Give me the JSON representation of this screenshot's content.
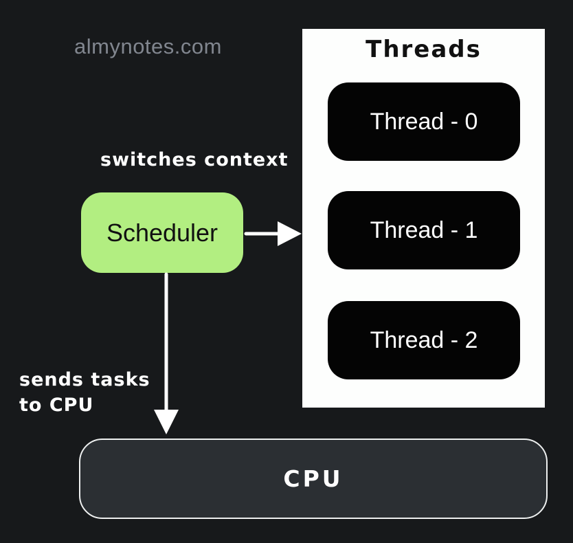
{
  "watermark": "almynotes.com",
  "colors": {
    "background": "#17191b",
    "scheduler_fill": "#b2ee81",
    "panel_fill": "#fdfefd",
    "thread_fill": "#040404",
    "thread_text": "#ffffff",
    "cpu_fill": "#2b2f33",
    "cpu_border": "#eef0f0",
    "annotation_text": "#ffffff",
    "watermark_text": "#81868f",
    "arrow_color": "#ffffff",
    "diagram_text": "#111111"
  },
  "scheduler": {
    "label": "Scheduler"
  },
  "threads_panel": {
    "title": "Threads",
    "threads": [
      {
        "label": "Thread - 0"
      },
      {
        "label": "Thread - 1"
      },
      {
        "label": "Thread - 2"
      }
    ]
  },
  "cpu": {
    "label": "CPU"
  },
  "annotations": {
    "switches_context": "switches context",
    "sends_tasks": "sends tasks\nto CPU"
  }
}
